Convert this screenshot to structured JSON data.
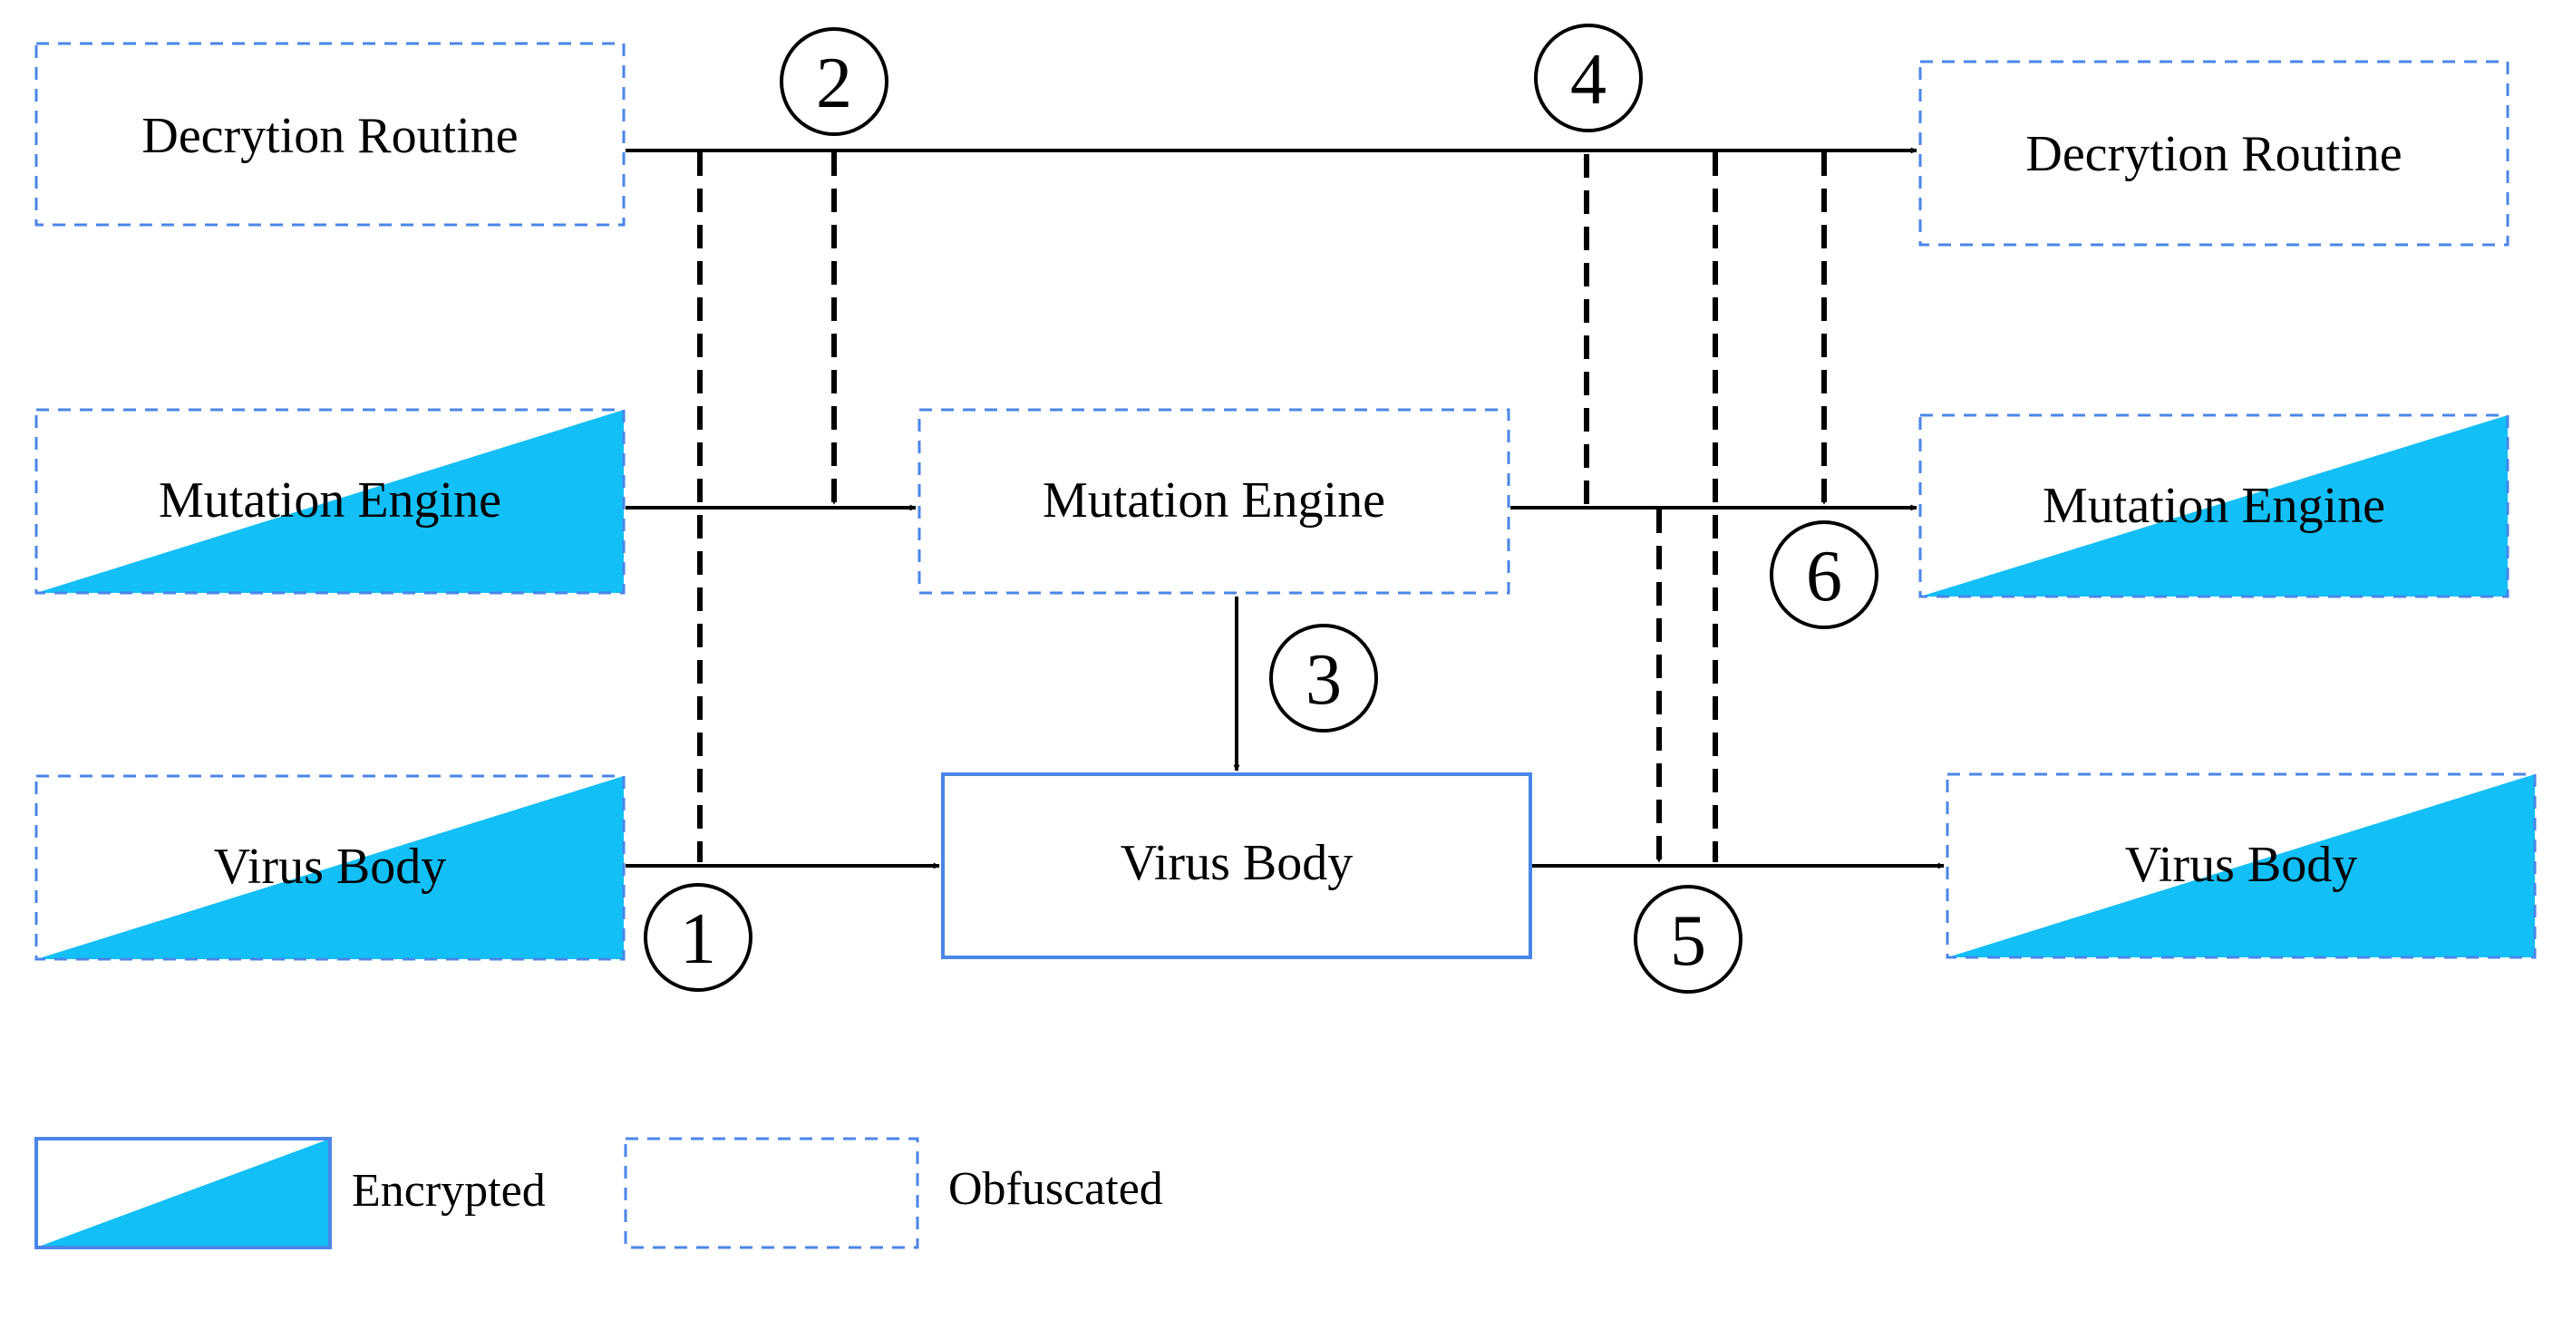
{
  "colors": {
    "box_border": "#4a86e8",
    "encrypted_fill": "#12bff7",
    "arrow": "#000000",
    "background": "#ffffff"
  },
  "nodes": {
    "source_decryption_routine": {
      "label": "Decrytion Routine",
      "style": "obfuscated"
    },
    "source_mutation_engine": {
      "label": "Mutation Engine",
      "style": "obfuscated-encrypted"
    },
    "source_virus_body": {
      "label": "Virus Body",
      "style": "obfuscated-encrypted"
    },
    "middle_mutation_engine": {
      "label": "Mutation Engine",
      "style": "obfuscated"
    },
    "middle_virus_body": {
      "label": "Virus Body",
      "style": "plain"
    },
    "target_decryption_routine": {
      "label": "Decrytion Routine",
      "style": "obfuscated"
    },
    "target_mutation_engine": {
      "label": "Mutation Engine",
      "style": "obfuscated-encrypted"
    },
    "target_virus_body": {
      "label": "Virus Body",
      "style": "obfuscated-encrypted"
    }
  },
  "steps": [
    "1",
    "2",
    "3",
    "4",
    "5",
    "6"
  ],
  "legend": {
    "encrypted": "Encrypted",
    "obfuscated": "Obfuscated"
  }
}
